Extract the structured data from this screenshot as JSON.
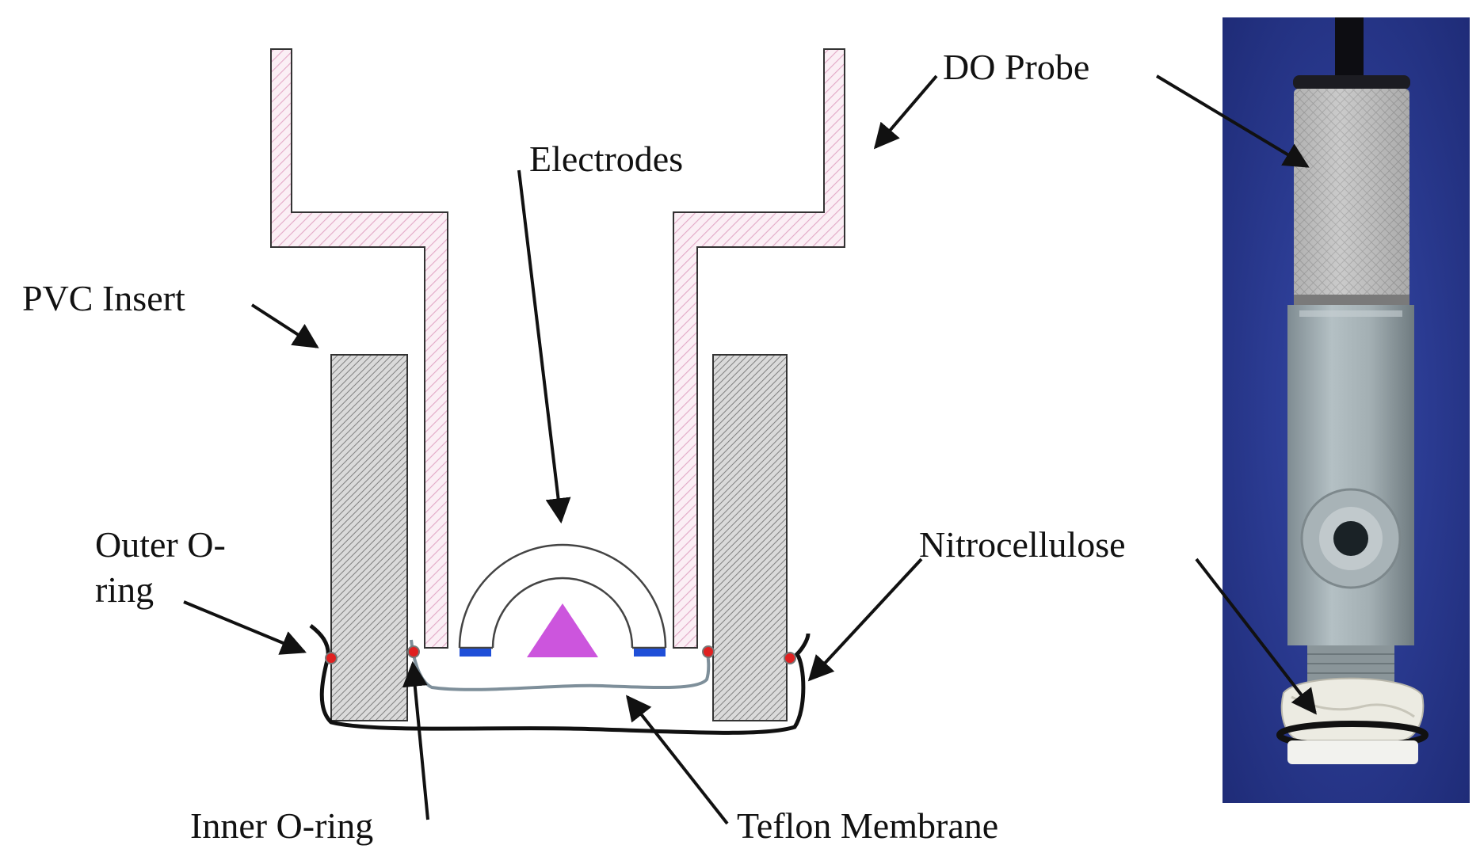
{
  "labels": {
    "do_probe": "DO Probe",
    "electrodes": "Electrodes",
    "pvc_insert": "PVC Insert",
    "outer_oring_line1": "Outer O-",
    "outer_oring_line2": "ring",
    "nitrocellulose": "Nitrocellulose",
    "inner_oring": "Inner O-ring",
    "teflon_membrane": "Teflon Membrane"
  },
  "colors": {
    "probe_hatch": "#e2a8c6",
    "pvc_hatch": "#8a8a8a",
    "pvc_fill": "#d8d8d8",
    "electrode_anode": "#cc55dd",
    "electrode_cathode": "#1f4fd8",
    "oring": "#e02020",
    "photo_background": "#2a3a8c"
  },
  "icons": {
    "photo": "do-probe-photo"
  }
}
